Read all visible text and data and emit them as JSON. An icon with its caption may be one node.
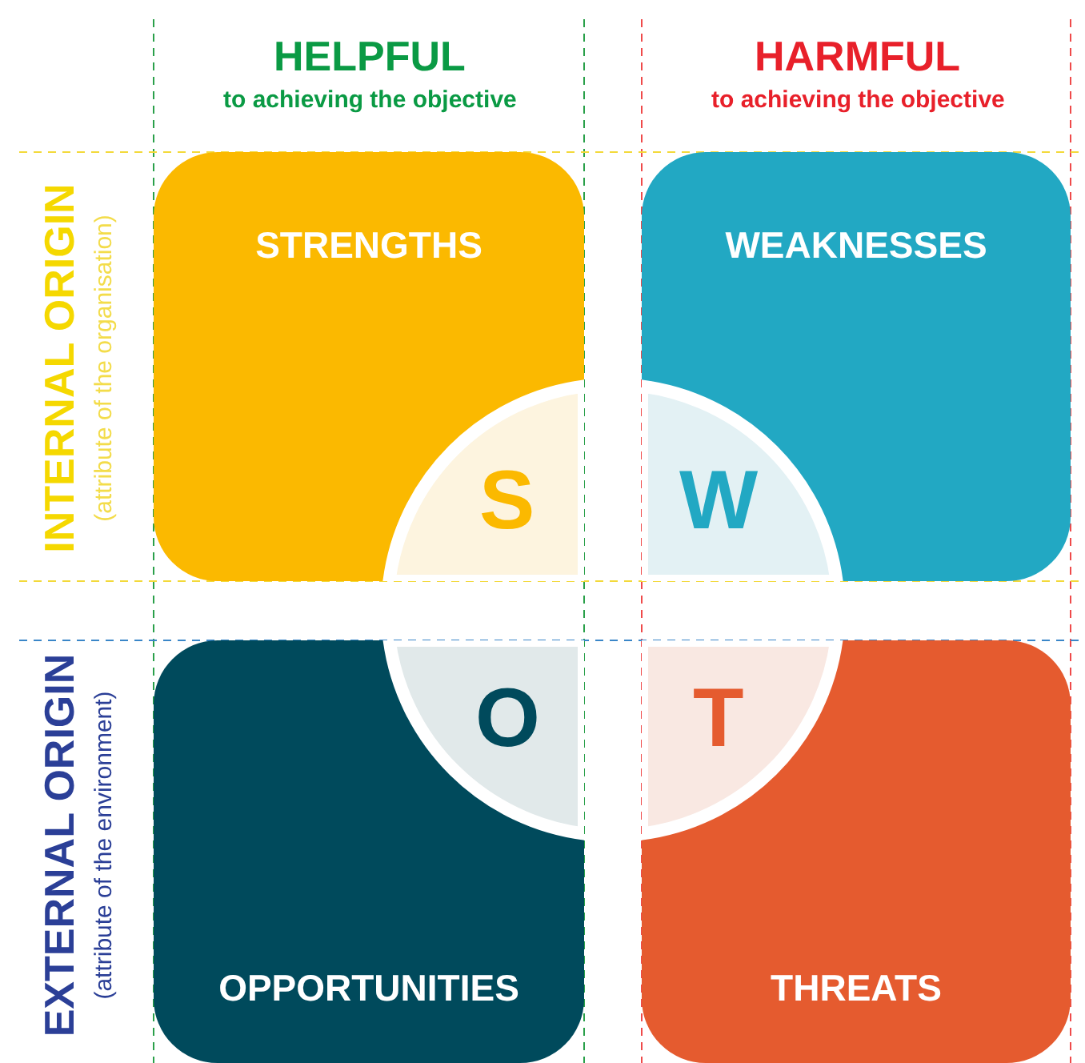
{
  "diagram": {
    "nodes": [
      {
        "text": [
          "STRENGTHS",
          "S"
        ]
      },
      {
        "text": [
          "WEAKNESSES",
          "W"
        ]
      },
      {
        "text": [
          "O",
          "OPPORTUNITIES"
        ]
      },
      {
        "text": [
          "T",
          "THREATS"
        ]
      }
    ],
    "edges": [],
    "labels": [
      "HELPFUL",
      "to achieving the objective",
      "HARMFUL",
      "to achieving the objective",
      "INTERNAL ORIGIN",
      "(attribute of the organisation)",
      "EXTERNAL ORIGIN",
      "(attribute of the environment)"
    ]
  }
}
